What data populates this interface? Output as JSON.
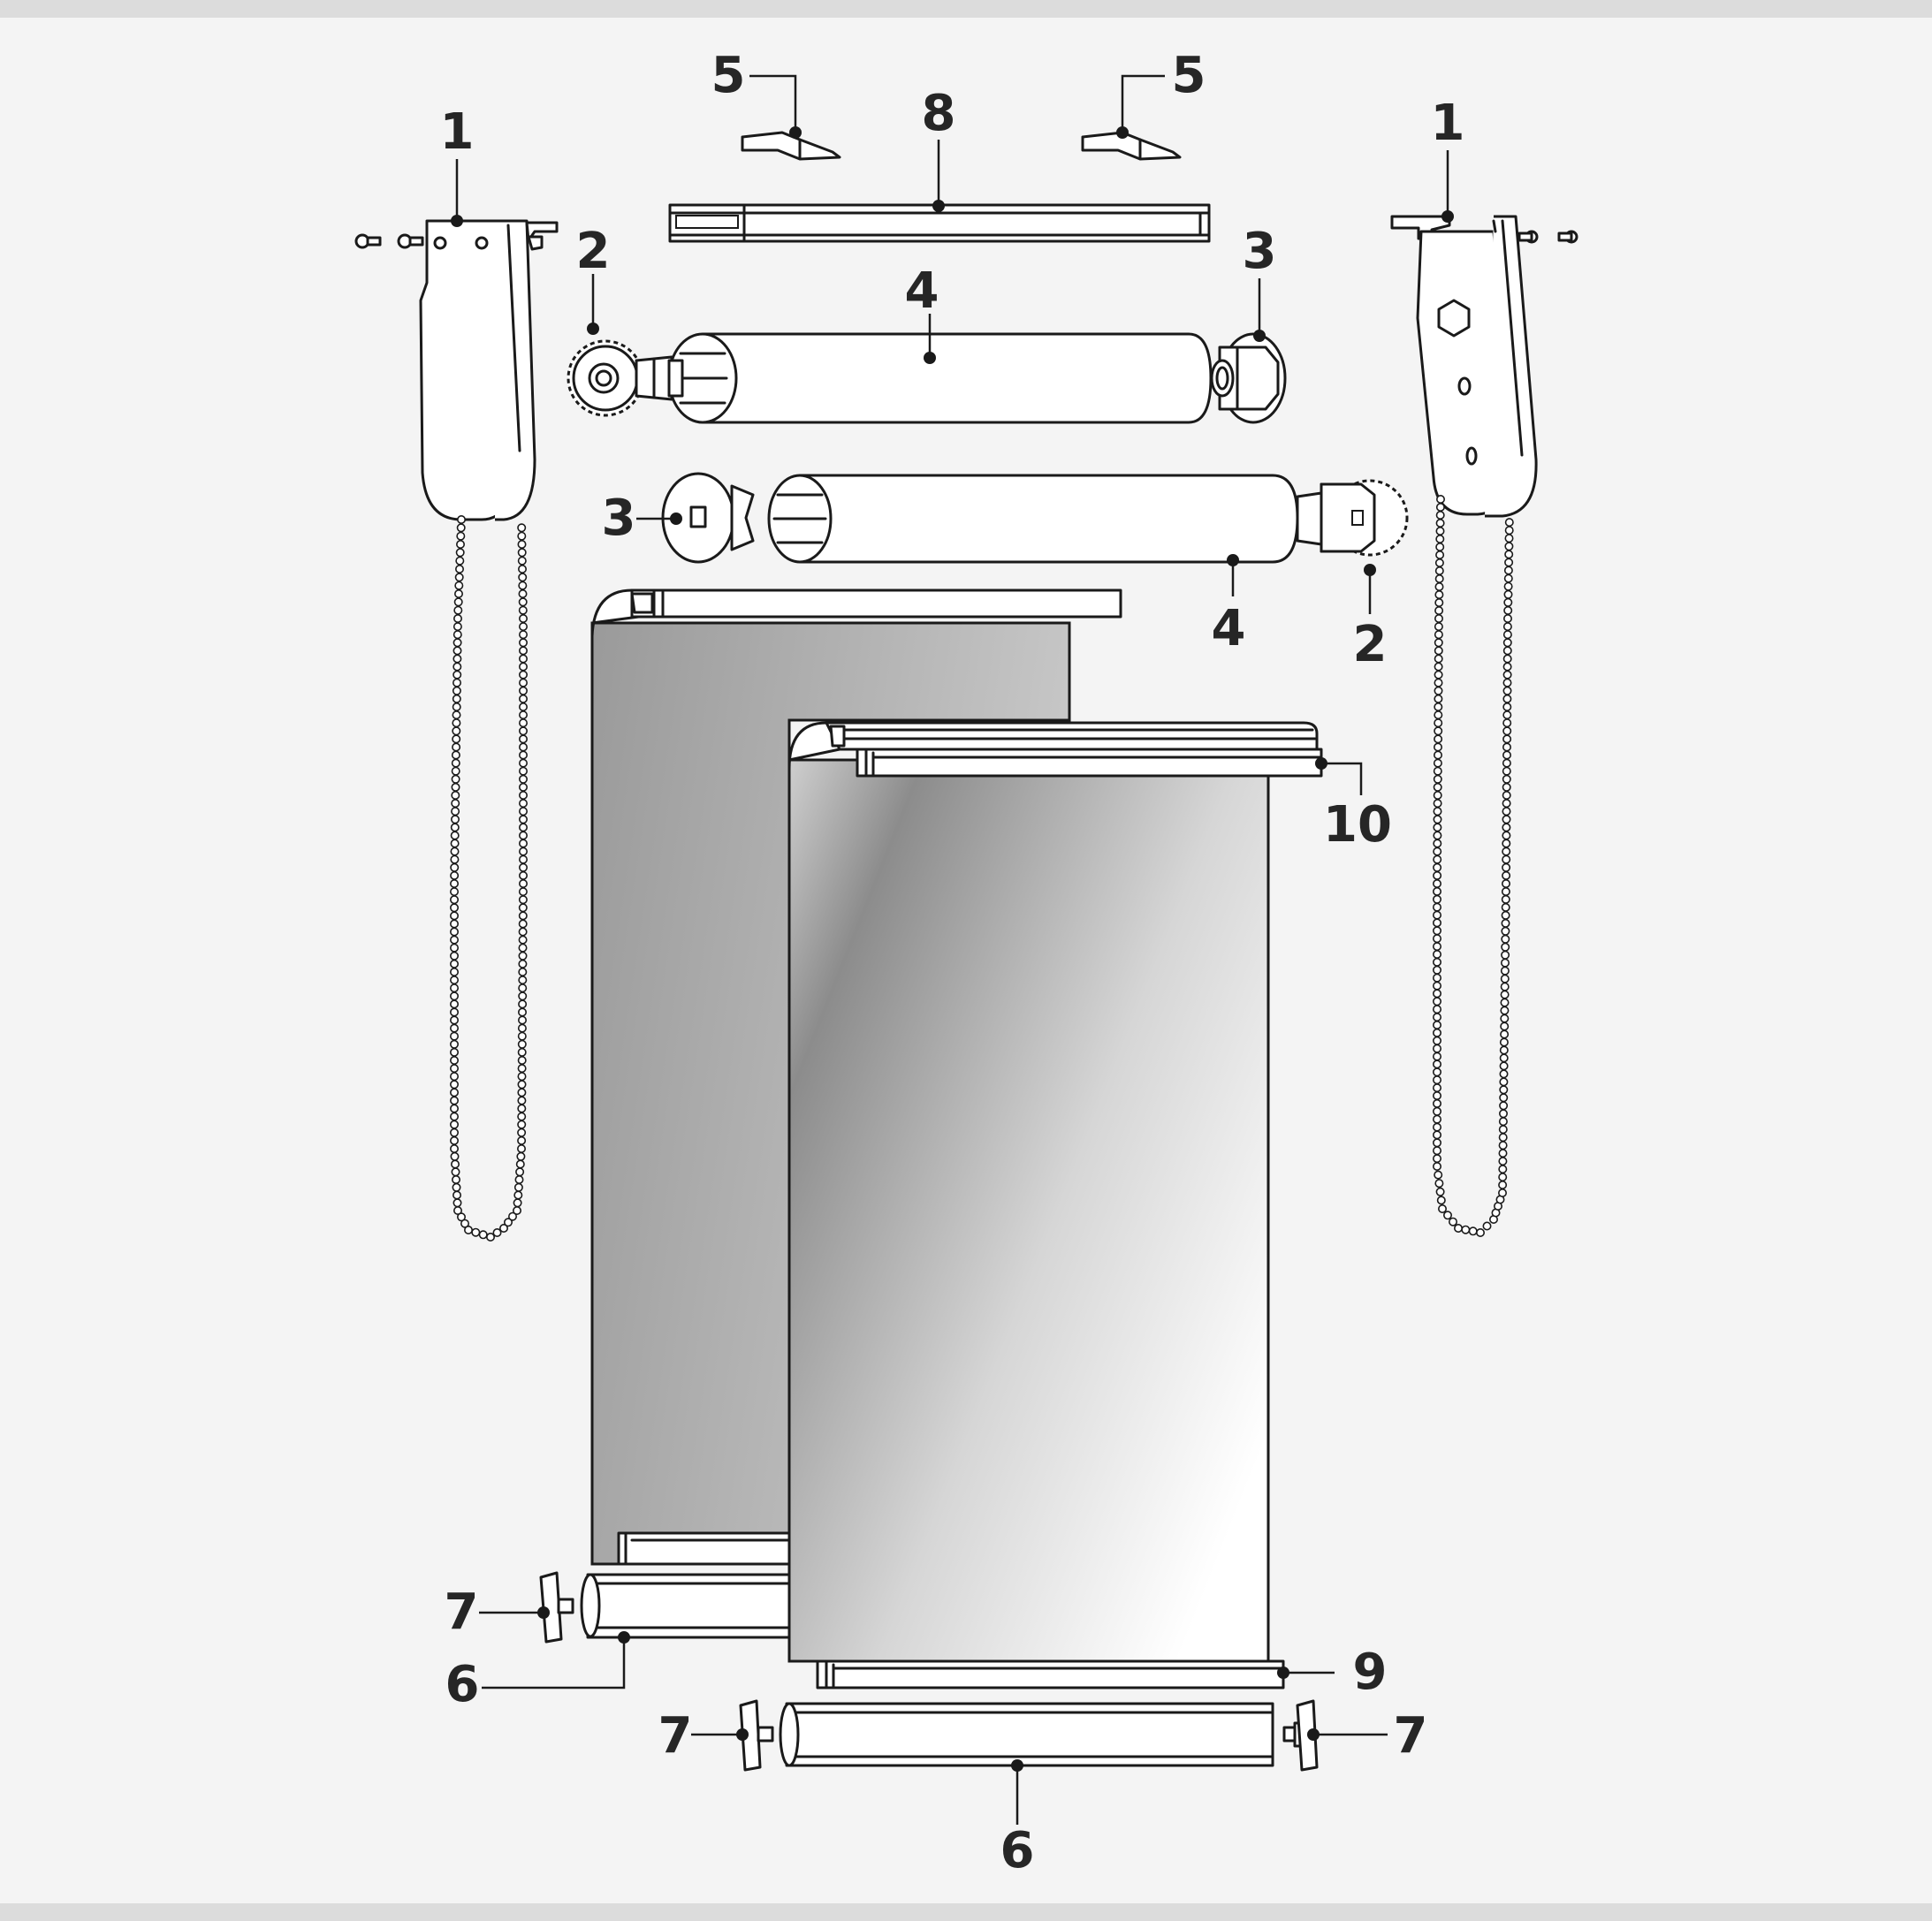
{
  "colors": {
    "background": "#f4f4f4",
    "frame_band": "#dcdcdc",
    "line": "#1a1a1a",
    "label": "#262626",
    "fabric_back_dark": "#9a9a9a",
    "fabric_back_light": "#c8c8c8",
    "fabric_front_dark": "#8c8c8c",
    "fabric_front_light": "#ffffff"
  },
  "callouts": [
    {
      "id": "bracket-left",
      "text": "1"
    },
    {
      "id": "bracket-right",
      "text": "1"
    },
    {
      "id": "chain-wheel-top",
      "text": "2"
    },
    {
      "id": "chain-wheel-bottom",
      "text": "2"
    },
    {
      "id": "end-plug-top",
      "text": "3"
    },
    {
      "id": "end-plug-bottom",
      "text": "3"
    },
    {
      "id": "tube-top",
      "text": "4"
    },
    {
      "id": "tube-bottom",
      "text": "4"
    },
    {
      "id": "clip-left",
      "text": "5"
    },
    {
      "id": "clip-right",
      "text": "5"
    },
    {
      "id": "bottom-rail-back",
      "text": "6"
    },
    {
      "id": "bottom-rail-front",
      "text": "6"
    },
    {
      "id": "end-cap-back-left",
      "text": "7"
    },
    {
      "id": "end-cap-front-left",
      "text": "7"
    },
    {
      "id": "end-cap-front-right",
      "text": "7"
    },
    {
      "id": "headrail",
      "text": "8"
    },
    {
      "id": "bottom-profile",
      "text": "9"
    },
    {
      "id": "top-profile",
      "text": "10"
    }
  ]
}
